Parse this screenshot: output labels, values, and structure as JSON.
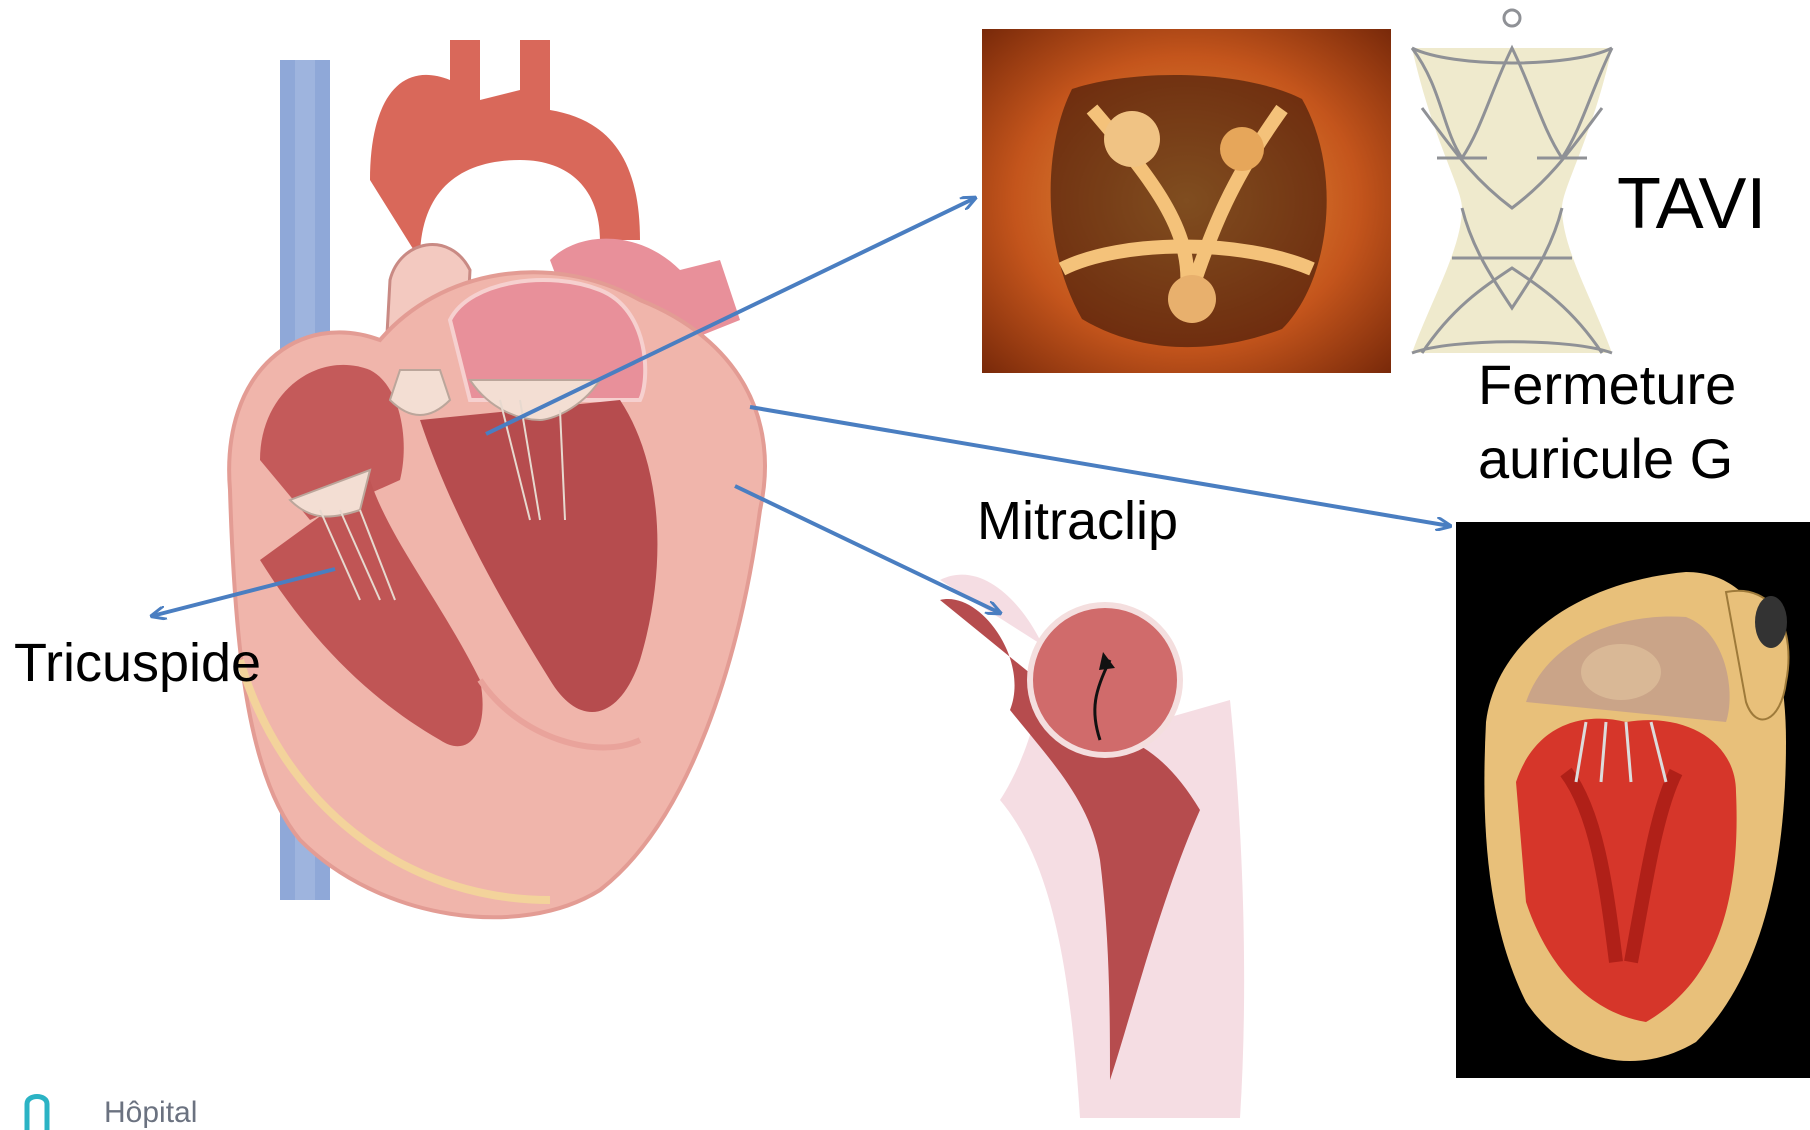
{
  "labels": {
    "tavi": "TAVI",
    "fermeture_line1": "Fermeture",
    "fermeture_line2": "auricule G",
    "mitraclip": "Mitraclip",
    "tricuspide": "Tricuspide"
  },
  "footer": {
    "text": "Hôpital"
  },
  "colors": {
    "arrow": "#4a7ec1",
    "vein": "#8fa8d8",
    "artery": "#d9685a",
    "myocardium": "#f0b5ab",
    "chamber": "#c45a5a",
    "aortic_photo": "#c4551c",
    "la_background": "#000000"
  },
  "icons": {
    "logo": "hospital-logo-icon"
  }
}
